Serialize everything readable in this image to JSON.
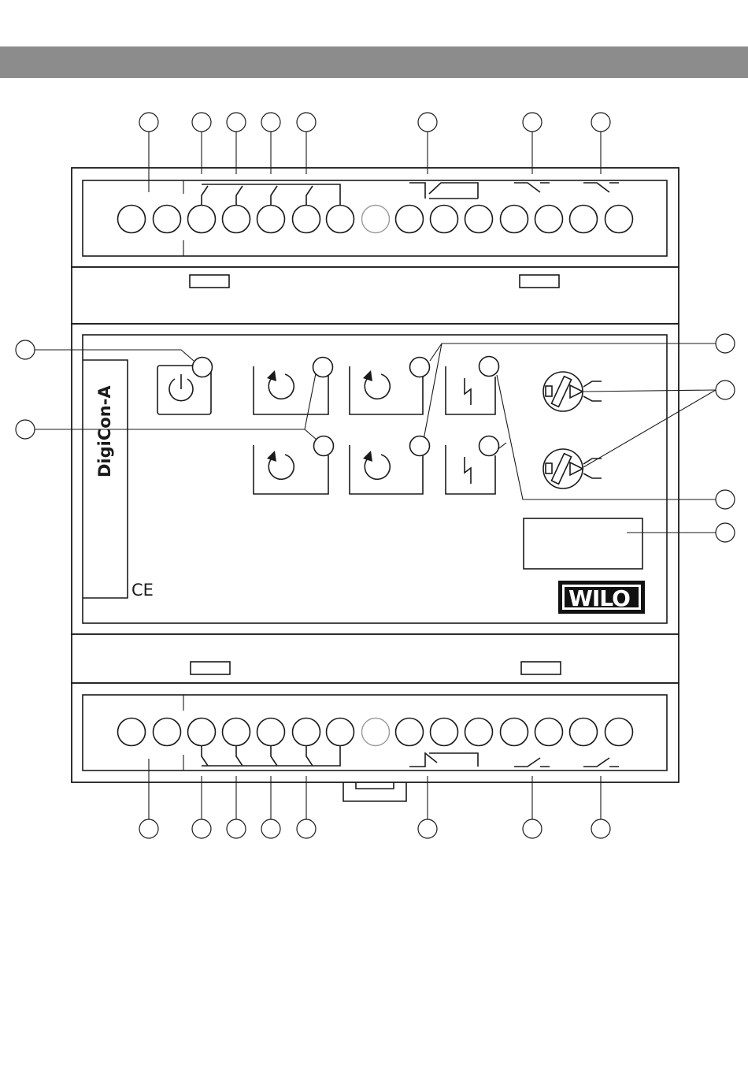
{
  "device": {
    "name": "DigiCon-A",
    "brand": "WILO",
    "mark": "CE"
  },
  "colors": {
    "header_bar": "#8c8c8c",
    "line": "#1a1a1a",
    "background": "#ffffff"
  },
  "icons": [
    "power-icon",
    "rotate-icon",
    "fault-icon",
    "potentiometer-icon",
    "relay-contact-icon"
  ]
}
